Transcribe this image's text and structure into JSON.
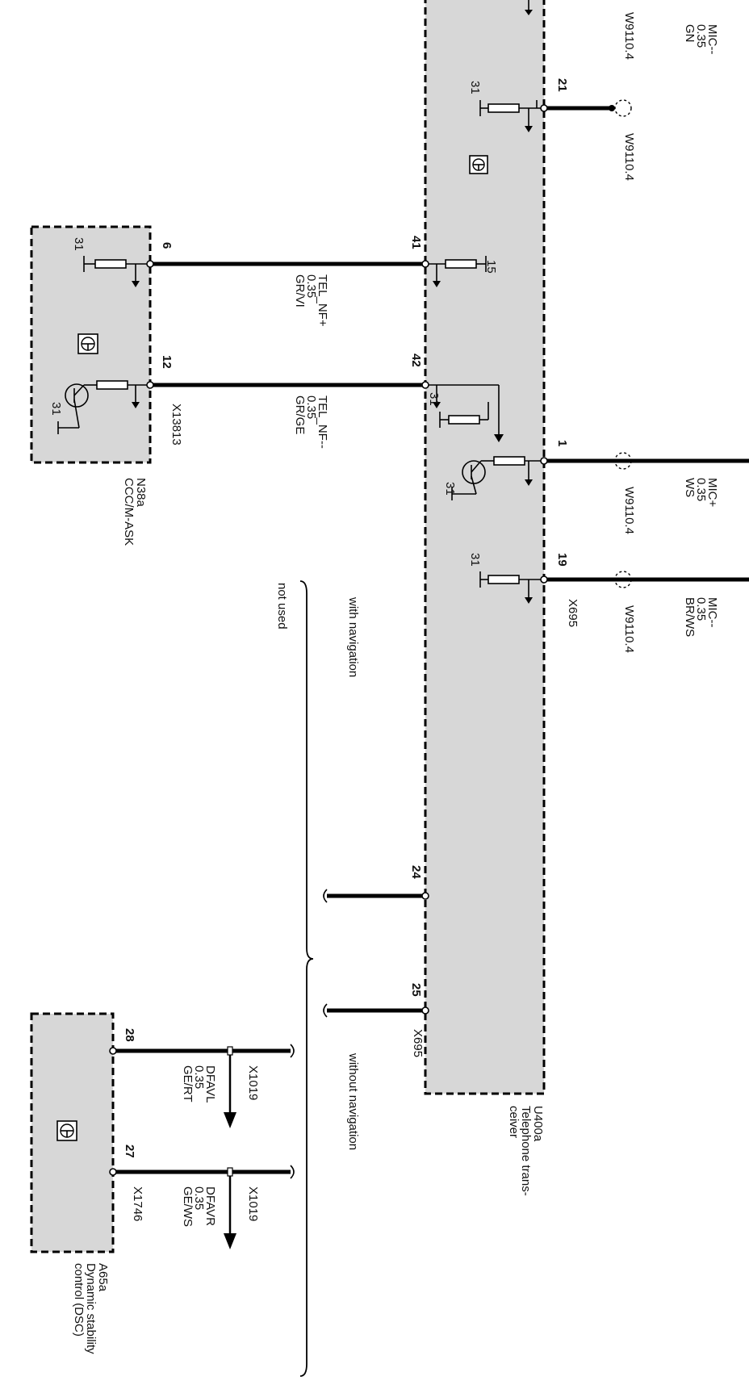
{
  "units": {
    "telephone": {
      "code": "U400a",
      "name_line1": "Telephone trans-",
      "name_line2": "ceiver"
    },
    "ccc": {
      "code": "N38a",
      "name": "CCC/M-ASK"
    },
    "dsc": {
      "code": "A65a",
      "name_line1": "Dynamic stability",
      "name_line2": "control (DSC)"
    }
  },
  "wires": {
    "mic_minus_gn": {
      "name": "MIC--",
      "size": "0.35",
      "color": "GN"
    },
    "tel_nf_plus": {
      "name": "TEL_NF+",
      "size": "0.35",
      "color": "GR/VI"
    },
    "tel_nf_minus": {
      "name": "TEL_NF--",
      "size": "0.35",
      "color": "GR/GE"
    },
    "mic_plus": {
      "name": "MIC+",
      "size": "0.35",
      "color": "WS"
    },
    "mic_minus_brws": {
      "name": "MIC--",
      "size": "0.35",
      "color": "BR/WS"
    },
    "dfavl": {
      "name": "DFAVL",
      "size": "0.35",
      "color": "GE/RT"
    },
    "dfavr": {
      "name": "DFAVR",
      "size": "0.35",
      "color": "GE/WS"
    }
  },
  "pins": {
    "p21": "21",
    "p41": "41",
    "p42": "42",
    "p1": "1",
    "p19": "19",
    "p24": "24",
    "p25": "25",
    "p6": "6",
    "p12": "12",
    "p28": "28",
    "p27": "27"
  },
  "connectors": {
    "x695_top": "X695",
    "x695_bottom": "X695",
    "x13813": "X13813",
    "x1019_a": "X1019",
    "x1019_b": "X1019",
    "x1746": "X1746"
  },
  "splices": {
    "w_top": "W9110.4",
    "w_21": "W9110.4",
    "w_1": "W9110.4",
    "w_19": "W9110.4"
  },
  "ground_labels": {
    "g_21": "31",
    "g_6": "31",
    "g_12": "31",
    "g_42": "31",
    "g_1": "31",
    "g_19": "31"
  },
  "supply_label": "15",
  "notes": {
    "with_navigation": "with navigation",
    "not_used": "not used",
    "without_navigation": "without navigation"
  }
}
